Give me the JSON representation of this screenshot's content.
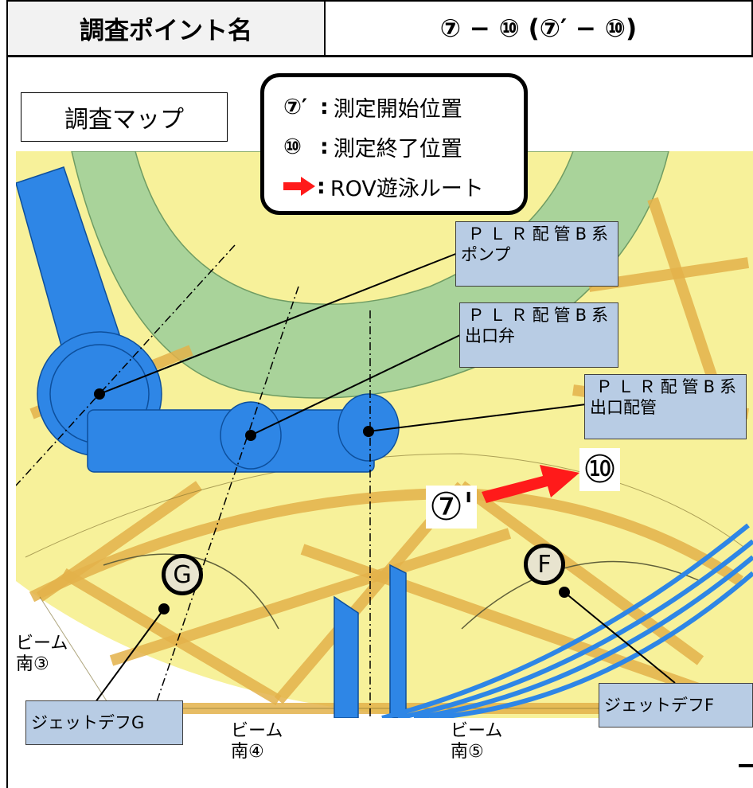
{
  "header": {
    "label": "調査ポイント名",
    "value": "⑦ − ⑩ (⑦′ − ⑩)"
  },
  "map_title": "調査マップ",
  "legend": {
    "start": {
      "key": "⑦′",
      "text": "測定開始位置"
    },
    "end": {
      "key": "⑩",
      "text": "測定終了位置"
    },
    "route": {
      "text": "ROV遊泳ルート"
    }
  },
  "callouts": {
    "pump": {
      "line1": "ＰＬＲ配管B系",
      "line2": "ポンプ"
    },
    "valve": {
      "line1": "ＰＬＲ配管B系",
      "line2": "出口弁"
    },
    "pipe": {
      "line1": "ＰＬＲ配管B系",
      "line2": "出口配管"
    },
    "jet_g": "ジェットデフG",
    "jet_f": "ジェットデフF"
  },
  "markers": {
    "g": "G",
    "f": "F"
  },
  "points": {
    "start": "⑦'",
    "end": "⑩"
  },
  "beams": {
    "b3": {
      "line1": "ビーム",
      "line2": "南③"
    },
    "b4": {
      "line1": "ビーム",
      "line2": "南④"
    },
    "b5": {
      "line1": "ビーム",
      "line2": "南⑤"
    }
  },
  "colors": {
    "background_yellow": "#f7f19a",
    "ring_green": "#a9d39a",
    "equipment_blue": "#2e86e6",
    "beam_orange": "#e3b24a",
    "route_red": "#ff1a1a",
    "callout_fill": "#b8cce4"
  }
}
